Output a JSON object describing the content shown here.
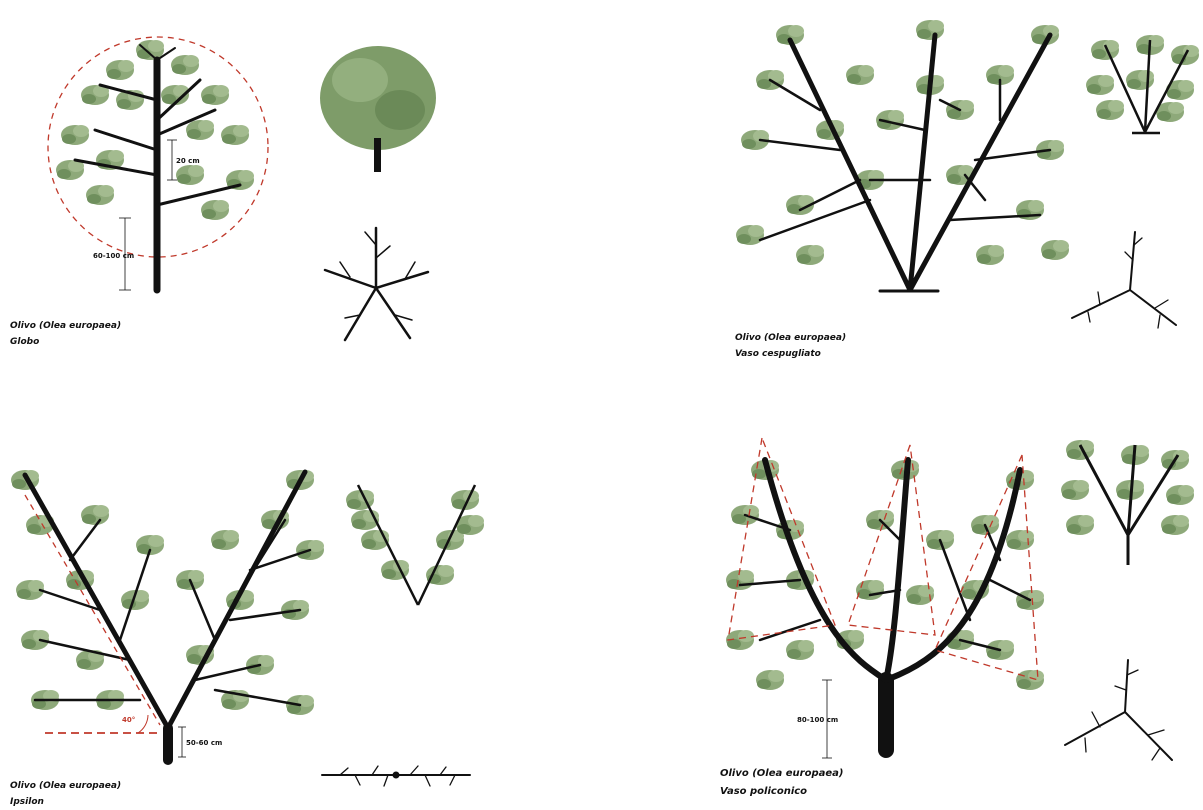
{
  "colors": {
    "foliage": "#8ea97a",
    "foliage_dark": "#6f8f5d",
    "trunk": "#111111",
    "guide": "#c0392b"
  },
  "panels": {
    "globo": {
      "caption_species": "Olivo (Olea europaea)",
      "caption_form": "Globo",
      "dim_upper": "20 cm",
      "dim_lower": "60-100 cm"
    },
    "vaso_cespugliato": {
      "caption_species": "Olivo (Olea europaea)",
      "caption_form": "Vaso cespugliato"
    },
    "ipsilon": {
      "caption_species": "Olivo (Olea europaea)",
      "caption_form": "Ipsilon",
      "dim_angle": "40°",
      "dim_height": "50-60 cm"
    },
    "vaso_policonico": {
      "caption_species": "Olivo (Olea europaea)",
      "caption_form": "Vaso policonico",
      "dim_height": "80-100 cm"
    }
  }
}
